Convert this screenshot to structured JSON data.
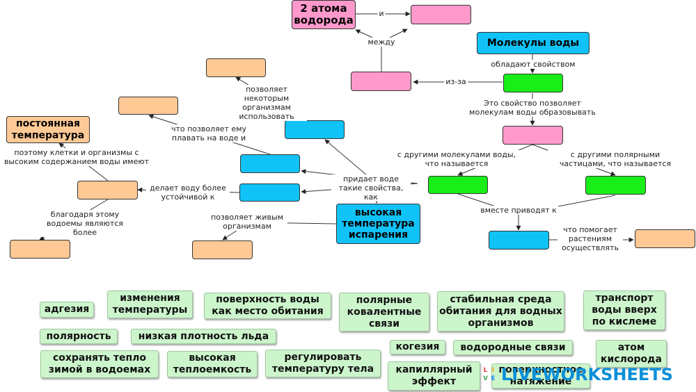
{
  "colors": {
    "pink": "#ff99cc",
    "green": "#19ee19",
    "blue": "#11c2f7",
    "orange": "#ffc996",
    "bank_bg": "#ccf5cc",
    "logo_blue": "#0a8fd8"
  },
  "nodes": {
    "hydrogen": "2 атома водорода",
    "water": "Молекулы воды",
    "high_evap": "высокая температура испарения",
    "constant_temp": "постоянная температура"
  },
  "labels": {
    "and": "и",
    "between": "между",
    "property": "обладают свойством",
    "because": "из-за",
    "this_property": "Это свойство позволяет молекулам воды образовывать",
    "with_water": "с другими молекулами воды, что называется",
    "with_polar": "с другими полярными частицами, что называется",
    "together": "вместе приводят к",
    "helps": "что помогает растениям осуществлять",
    "gives": "придает воде такие свойства, как",
    "allows_some": "позволяет некоторым организмам использовать",
    "float": "что позволяет ему плавать на воде и",
    "stable": "делает воду более устойчивой к",
    "allows_living": "позволяет живым организмам",
    "therefore": "поэтому клетки и организмы с высоким содержанием воды имеют",
    "thanks": "благодаря этому водоемы являются более"
  },
  "word_bank": [
    "адгезия",
    "изменения температуры",
    "поверхность воды как место обитания",
    "полярные ковалентные связи",
    "стабильная среда обитания для водных организмов",
    "транспорт воды вверх по кислеме",
    "полярность",
    "низкая плотность льда",
    "когезия",
    "водородные связи",
    "атом кислорода",
    "сохранять тепло зимой в водоемах",
    "высокая теплоемкость",
    "регулировать температуру тела",
    "капиллярный эффект",
    "поверхностное натяжение"
  ],
  "logo": {
    "mark": [
      "L",
      "I",
      "V",
      "E"
    ],
    "text": "LIVEWORKSHEETS"
  }
}
